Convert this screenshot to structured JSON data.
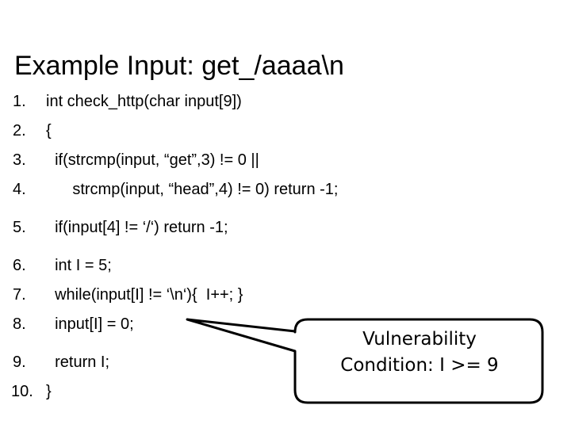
{
  "slide": {
    "title": "Example Input: get_/aaaa\\n",
    "background_color": "#ffffff",
    "text_color": "#000000"
  },
  "code": {
    "lines": [
      {
        "number": "1.",
        "text": "int check_http(char input[9])",
        "gap_after": false
      },
      {
        "number": "2.",
        "text": "{",
        "gap_after": false
      },
      {
        "number": "3.",
        "text": "  if(strcmp(input, “get”,3) != 0 ||",
        "gap_after": false
      },
      {
        "number": "4.",
        "text": "      strcmp(input, “head”,4) != 0) return -1;",
        "gap_after": true
      },
      {
        "number": "5.",
        "text": "  if(input[4] != ‘/‘) return -1;",
        "gap_after": true
      },
      {
        "number": "6.",
        "text": "  int I = 5;",
        "gap_after": false
      },
      {
        "number": "7.",
        "text": "  while(input[I] != ‘\\n‘){  I++; }",
        "gap_after": false
      },
      {
        "number": "8.",
        "text": "  input[I] = 0;",
        "gap_after": true
      },
      {
        "number": "9.",
        "text": "  return I;",
        "gap_after": false
      },
      {
        "number": "10.",
        "text": "}",
        "gap_after": false
      }
    ]
  },
  "callout": {
    "line1": "Vulnerability",
    "line2": "Condition: I >= 9",
    "border_color": "#000000",
    "fill_color": "#ffffff"
  }
}
